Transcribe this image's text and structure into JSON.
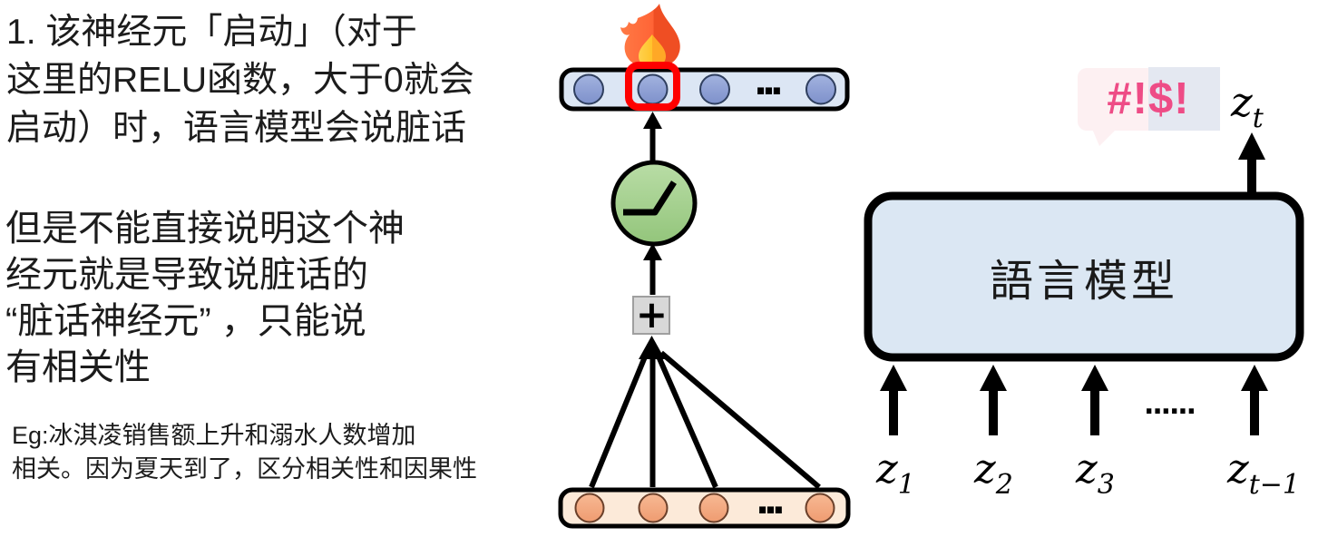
{
  "left_notes": {
    "p1_lines": {
      "0": "1. 该神经元「启动」（对于",
      "1": "这里的RELU函数，大于0就会",
      "2": "启动）时，语言模型会说脏话"
    },
    "p2_lines": {
      "0": "但是不能直接说明这个神",
      "1": "经元就是导致说脏话的",
      "2": "“脏话神经元” ，只能说",
      "3": "有相关性"
    },
    "eg_lines": {
      "0": "Eg:冰淇凌销售额上升和溺水人数增加",
      "1": "相关。因为夏天到了，区分相关性和因果性"
    }
  },
  "neuron_diagram": {
    "plus_label": "+",
    "top_layer_ellipsis": "...",
    "bottom_layer_ellipsis": "...",
    "icons": {
      "fire": "fire-emoji",
      "activation": "relu-curve"
    }
  },
  "lm_diagram": {
    "box_label": "語言模型",
    "swear_text": "#!$!",
    "inputs_ellipsis": "......",
    "output_token": {
      "base": "z",
      "sub": "t"
    },
    "input_tokens": [
      {
        "base": "z",
        "sub": "1"
      },
      {
        "base": "z",
        "sub": "2"
      },
      {
        "base": "z",
        "sub": "3"
      },
      {
        "base": "z",
        "sub": "t−1"
      }
    ]
  },
  "colors": {
    "highlight_red": "#fe0000",
    "output_layer_fill": "#dce6f4",
    "output_node_fill": "#8fa0d6",
    "relu_node_fill": "#a5cf8f",
    "sum_box_fill": "#d8d8d8",
    "input_layer_fill": "#fcead9",
    "input_node_fill": "#f4a57f",
    "lm_box_fill": "#dbe7f3",
    "swear_pink": "#ee4c86",
    "bubble_pink": "#fdf0f2",
    "bubble_blue": "#e4e8f1",
    "flame_orange": "#ef4e23",
    "flame_yellow": "#ffc32b"
  }
}
